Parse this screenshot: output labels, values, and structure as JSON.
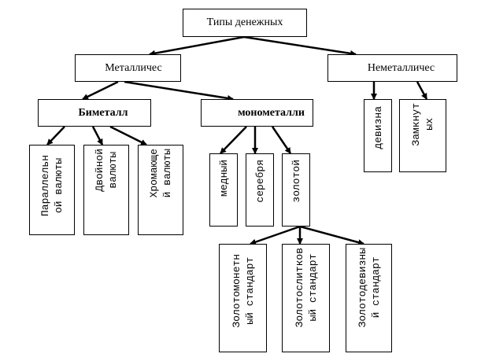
{
  "diagram": {
    "root": {
      "label": "Типы денежных"
    },
    "level1": [
      {
        "id": "metallic",
        "label": "Металличес"
      },
      {
        "id": "nonmetallic",
        "label": "Неметалличес"
      }
    ],
    "metallic_children": [
      {
        "id": "bimetal",
        "label": "Биметалл"
      },
      {
        "id": "monometal",
        "label": "монометалли"
      }
    ],
    "bimetal_children": [
      {
        "id": "parallel",
        "label": "Параллельн\nой валюты"
      },
      {
        "id": "double",
        "label": "Двойной\nвалюты"
      },
      {
        "id": "limping",
        "label": "Хромающе\nй валюты"
      }
    ],
    "monometal_children": [
      {
        "id": "copper",
        "label": "медный"
      },
      {
        "id": "silver",
        "label": "серебря"
      },
      {
        "id": "gold",
        "label": "золотой"
      }
    ],
    "gold_children": [
      {
        "id": "gold-coin",
        "label": "Золотомонетн\nый стандарт"
      },
      {
        "id": "gold-bullion",
        "label": "Золотослитков\nый стандарт"
      },
      {
        "id": "gold-exchange",
        "label": "Золотодевизны\nй стандарт"
      }
    ],
    "nonmetallic_children": [
      {
        "id": "fiat",
        "label": "девизна"
      },
      {
        "id": "closed",
        "label": "Замкнут\nых"
      }
    ],
    "edges": [
      [
        "root",
        "metallic"
      ],
      [
        "root",
        "nonmetallic"
      ],
      [
        "metallic",
        "bimetal"
      ],
      [
        "metallic",
        "monometal"
      ],
      [
        "bimetal",
        "parallel"
      ],
      [
        "bimetal",
        "double"
      ],
      [
        "bimetal",
        "limping"
      ],
      [
        "monometal",
        "copper"
      ],
      [
        "monometal",
        "silver"
      ],
      [
        "monometal",
        "gold"
      ],
      [
        "gold",
        "gold-coin"
      ],
      [
        "gold",
        "gold-bullion"
      ],
      [
        "gold",
        "gold-exchange"
      ],
      [
        "nonmetallic",
        "fiat"
      ],
      [
        "nonmetallic",
        "closed"
      ]
    ]
  }
}
